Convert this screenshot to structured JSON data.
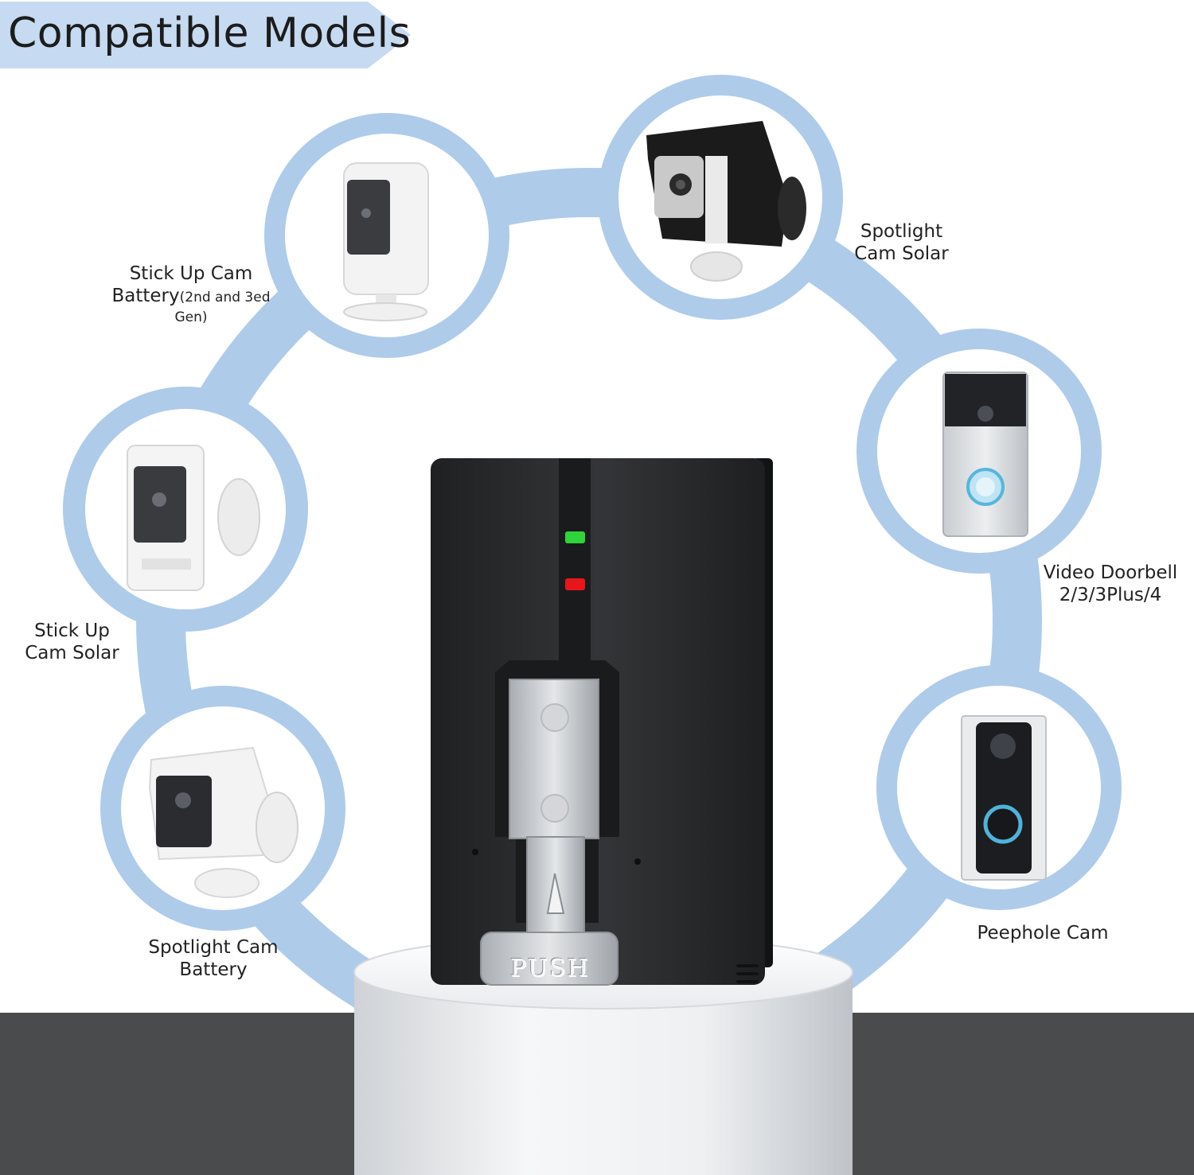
{
  "title": "Compatible Models",
  "battery": {
    "push_label": "PUSH"
  },
  "models": [
    {
      "id": "stick-up-cam-battery",
      "line1": "Stick Up Cam",
      "line2": "Battery",
      "line2_small": "(2nd and 3ed",
      "line3": "Gen)"
    },
    {
      "id": "spotlight-cam-solar",
      "line1": "Spotlight",
      "line2": "Cam Solar"
    },
    {
      "id": "stick-up-cam-solar",
      "line1": "Stick Up",
      "line2": "Cam Solar"
    },
    {
      "id": "video-doorbell",
      "line1": "Video Doorbell",
      "line2": "2/3/3Plus/4"
    },
    {
      "id": "spotlight-cam-battery",
      "line1": "Spotlight Cam",
      "line2": "Battery"
    },
    {
      "id": "peephole-cam",
      "line1": "Peephole Cam"
    }
  ],
  "colors": {
    "ring": "#aecbea",
    "ring_dark": "#8fb6df",
    "banner": "#c6daf1",
    "floor": "#4a4b4d",
    "battery_body": "#2b2c2e",
    "led_green": "#2fd33a",
    "led_red": "#e8161a"
  }
}
